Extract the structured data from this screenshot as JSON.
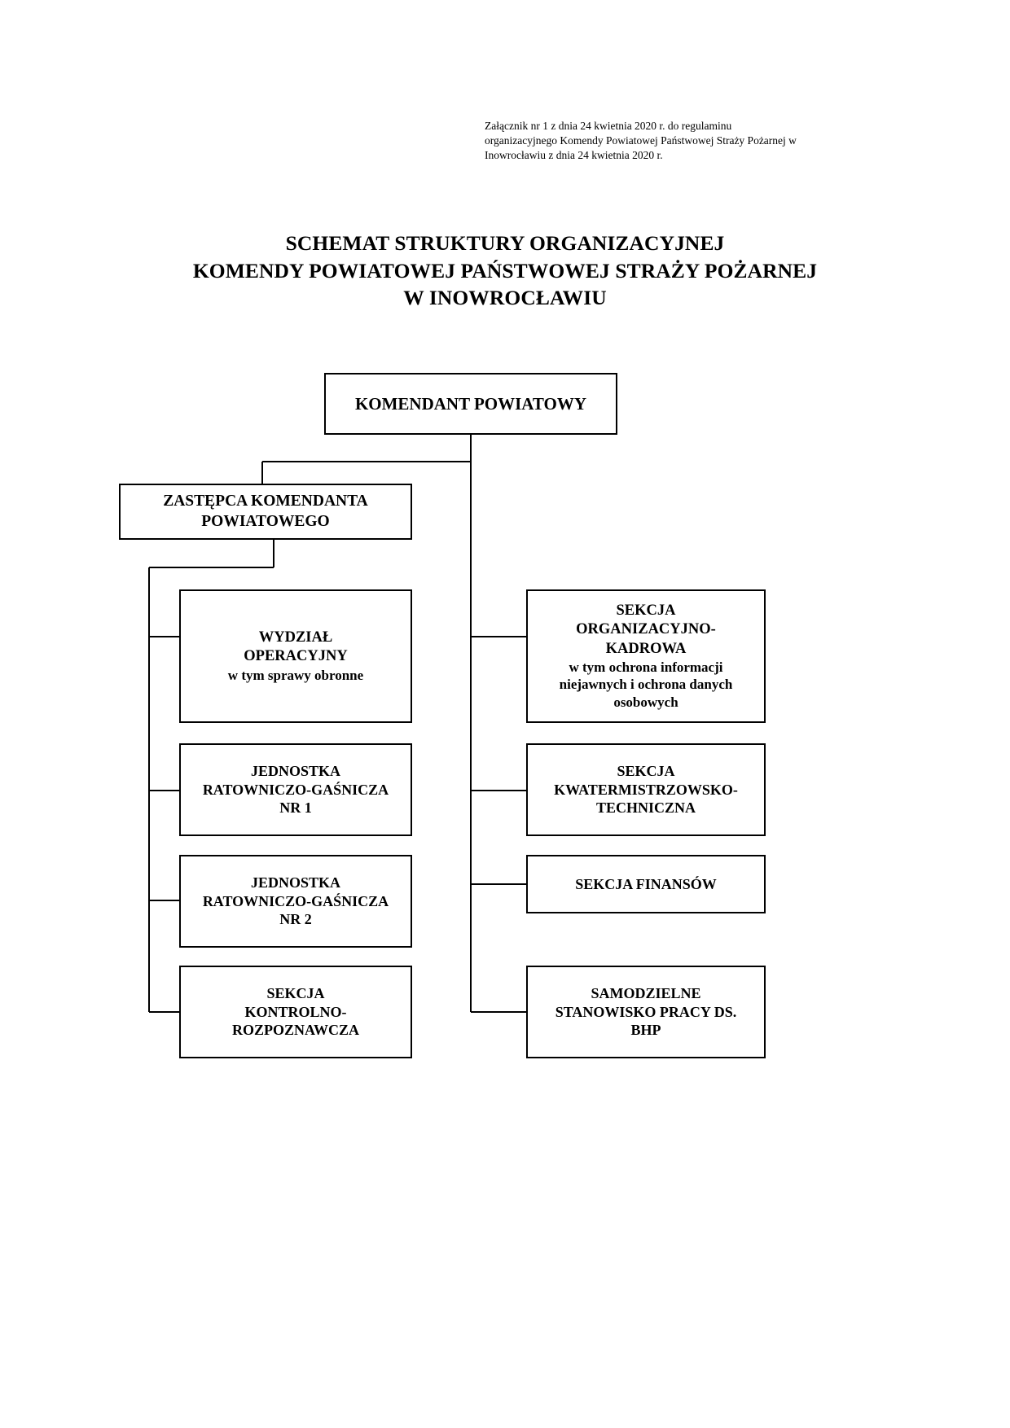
{
  "header_note": {
    "line1": "Załącznik nr 1 z dnia 24 kwietnia 2020 r. do regulaminu",
    "line2": "organizacyjnego Komendy Powiatowej Państwowej Straży Pożarnej w",
    "line3": "Inowrocławiu z dnia 24 kwietnia 2020 r."
  },
  "title": {
    "line1": "SCHEMAT STRUKTURY ORGANIZACYJNEJ",
    "line2": "KOMENDY POWIATOWEJ PAŃSTWOWEJ STRAŻY POŻARNEJ",
    "line3": "W INOWROCŁAWIU"
  },
  "colors": {
    "stroke": "#000000",
    "background": "#ffffff",
    "text": "#000000"
  },
  "chart_data": {
    "type": "diagram",
    "diagram_kind": "organizational-chart",
    "title": "SCHEMAT STRUKTURY ORGANIZACYJNEJ KOMENDY POWIATOWEJ PAŃSTWOWEJ STRAŻY POŻARNEJ W INOWROCŁAWIU",
    "orientation": "top-down",
    "nodes": [
      {
        "id": "komendant",
        "label": "KOMENDANT POWIATOWY",
        "level": 0
      },
      {
        "id": "zastepca",
        "label_line1": "ZASTĘPCA KOMENDANTA",
        "label_line2": "POWIATOWEGO",
        "level": 1
      },
      {
        "id": "wydzial-operacyjny",
        "label_line1": "WYDZIAŁ",
        "label_line2": "OPERACYJNY",
        "sub": "w tym sprawy obronne",
        "level": 2,
        "column": "left"
      },
      {
        "id": "jrg-1",
        "label_line1": "JEDNOSTKA",
        "label_line2": "RATOWNICZO-GAŚNICZA",
        "label_line3": "NR 1",
        "level": 2,
        "column": "left"
      },
      {
        "id": "jrg-2",
        "label_line1": "JEDNOSTKA",
        "label_line2": "RATOWNICZO-GAŚNICZA",
        "label_line3": "NR 2",
        "level": 2,
        "column": "left"
      },
      {
        "id": "sekcja-kontrolno-rozpoznawcza",
        "label_line1": "SEKCJA",
        "label_line2": "KONTROLNO-",
        "label_line3": "ROZPOZNAWCZA",
        "level": 2,
        "column": "left"
      },
      {
        "id": "sekcja-organizacyjno-kadrowa",
        "label_line1": "SEKCJA",
        "label_line2": "ORGANIZACYJNO-",
        "label_line3": "KADROWA",
        "sub_line1": "w tym ochrona informacji",
        "sub_line2": "niejawnych i ochrona danych",
        "sub_line3": "osobowych",
        "level": 2,
        "column": "right"
      },
      {
        "id": "sekcja-kwatermistrzowsko-techniczna",
        "label_line1": "SEKCJA",
        "label_line2": "KWATERMISTRZOWSKO-",
        "label_line3": "TECHNICZNA",
        "level": 2,
        "column": "right"
      },
      {
        "id": "sekcja-finansow",
        "label_line1": "SEKCJA FINANSÓW",
        "level": 2,
        "column": "right"
      },
      {
        "id": "samodzielne-stanowisko-bhp",
        "label_line1": "SAMODZIELNE",
        "label_line2": "STANOWISKO PRACY DS.",
        "label_line3": "BHP",
        "level": 2,
        "column": "right"
      }
    ],
    "edges": [
      {
        "from": "komendant",
        "to": "zastepca"
      },
      {
        "from": "zastepca",
        "to": "wydzial-operacyjny"
      },
      {
        "from": "zastepca",
        "to": "jrg-1"
      },
      {
        "from": "zastepca",
        "to": "jrg-2"
      },
      {
        "from": "zastepca",
        "to": "sekcja-kontrolno-rozpoznawcza"
      },
      {
        "from": "komendant",
        "to": "sekcja-organizacyjno-kadrowa"
      },
      {
        "from": "komendant",
        "to": "sekcja-kwatermistrzowsko-techniczna"
      },
      {
        "from": "komendant",
        "to": "sekcja-finansow"
      },
      {
        "from": "komendant",
        "to": "samodzielne-stanowisko-bhp"
      }
    ]
  },
  "nodes": {
    "komendant": {
      "label": "KOMENDANT POWIATOWY"
    },
    "zastepca": {
      "line1": "ZASTĘPCA KOMENDANTA",
      "line2": "POWIATOWEGO"
    },
    "wydzial_operacyjny": {
      "line1": "WYDZIAŁ",
      "line2": "OPERACYJNY",
      "sub1": "w tym sprawy obronne"
    },
    "jrg1": {
      "line1": "JEDNOSTKA",
      "line2": "RATOWNICZO-GAŚNICZA",
      "line3": "NR 1"
    },
    "jrg2": {
      "line1": "JEDNOSTKA",
      "line2": "RATOWNICZO-GAŚNICZA",
      "line3": "NR 2"
    },
    "kontrolno": {
      "line1": "SEKCJA",
      "line2": "KONTROLNO-",
      "line3": "ROZPOZNAWCZA"
    },
    "organizacyjno": {
      "line1": "SEKCJA",
      "line2": "ORGANIZACYJNO-",
      "line3": "KADROWA",
      "sub1": "w tym ochrona informacji",
      "sub2": "niejawnych i ochrona danych",
      "sub3": "osobowych"
    },
    "kwatermistrzowsko": {
      "line1": "SEKCJA",
      "line2": "KWATERMISTRZOWSKO-",
      "line3": "TECHNICZNA"
    },
    "finansow": {
      "line1": "SEKCJA FINANSÓW"
    },
    "bhp": {
      "line1": "SAMODZIELNE",
      "line2": "STANOWISKO PRACY DS.",
      "line3": "BHP"
    }
  }
}
